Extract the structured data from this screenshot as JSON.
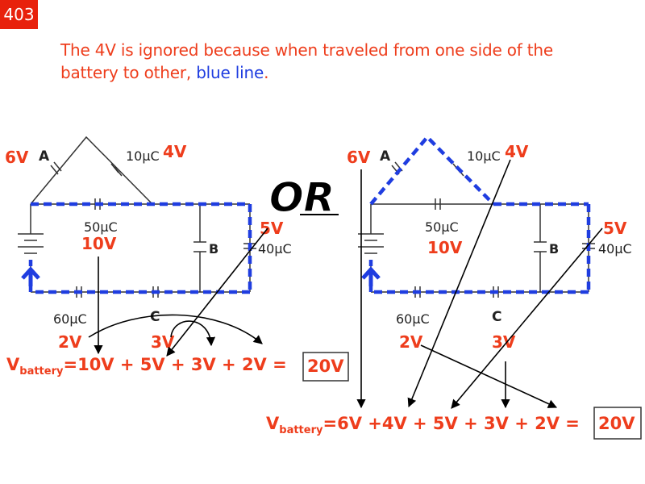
{
  "slide_number": "403",
  "heading": {
    "part1": "The 4V is ignored because when traveled from one side of the battery to other, ",
    "link": "blue line",
    "end": "."
  },
  "or_word": "OR",
  "left_circuit": {
    "cap_a_label": "A",
    "cap_a_voltage": "6V",
    "cap_10uc_label": "10μC",
    "cap_10uc_voltage": "4V",
    "cap_50uc_label": "50μC",
    "cap_50uc_voltage": "10V",
    "cap_b_label": "B",
    "cap_40uc_label": "40μC",
    "cap_40uc_voltage": "5V",
    "cap_60uc_label": "60μC",
    "cap_60uc_voltage": "2V",
    "cap_c_label": "C",
    "cap_c_voltage": "3V",
    "equation_prefix": "V",
    "equation_sub": "battery",
    "equation_body": "=10V + 5V + 3V + 2V = ",
    "equation_total": "20V"
  },
  "right_circuit": {
    "cap_a_label": "A",
    "cap_a_voltage": "6V",
    "cap_10uc_label": "10μC",
    "cap_10uc_voltage": "4V",
    "cap_50uc_label": "50μC",
    "cap_50uc_voltage": "10V",
    "cap_b_label": "B",
    "cap_40uc_label": "40μC",
    "cap_40uc_voltage": "5V",
    "cap_60uc_label": "60μC",
    "cap_60uc_voltage": "2V",
    "cap_c_label": "C",
    "cap_c_voltage": "3V",
    "equation_prefix": "V",
    "equation_sub": "battery",
    "equation_body": "=6V +4V + 5V + 3V + 2V = ",
    "equation_total": "20V"
  },
  "colors": {
    "accent_red": "#ee3d1c",
    "path_blue": "#1f3de0",
    "badge": "#e8210c"
  }
}
